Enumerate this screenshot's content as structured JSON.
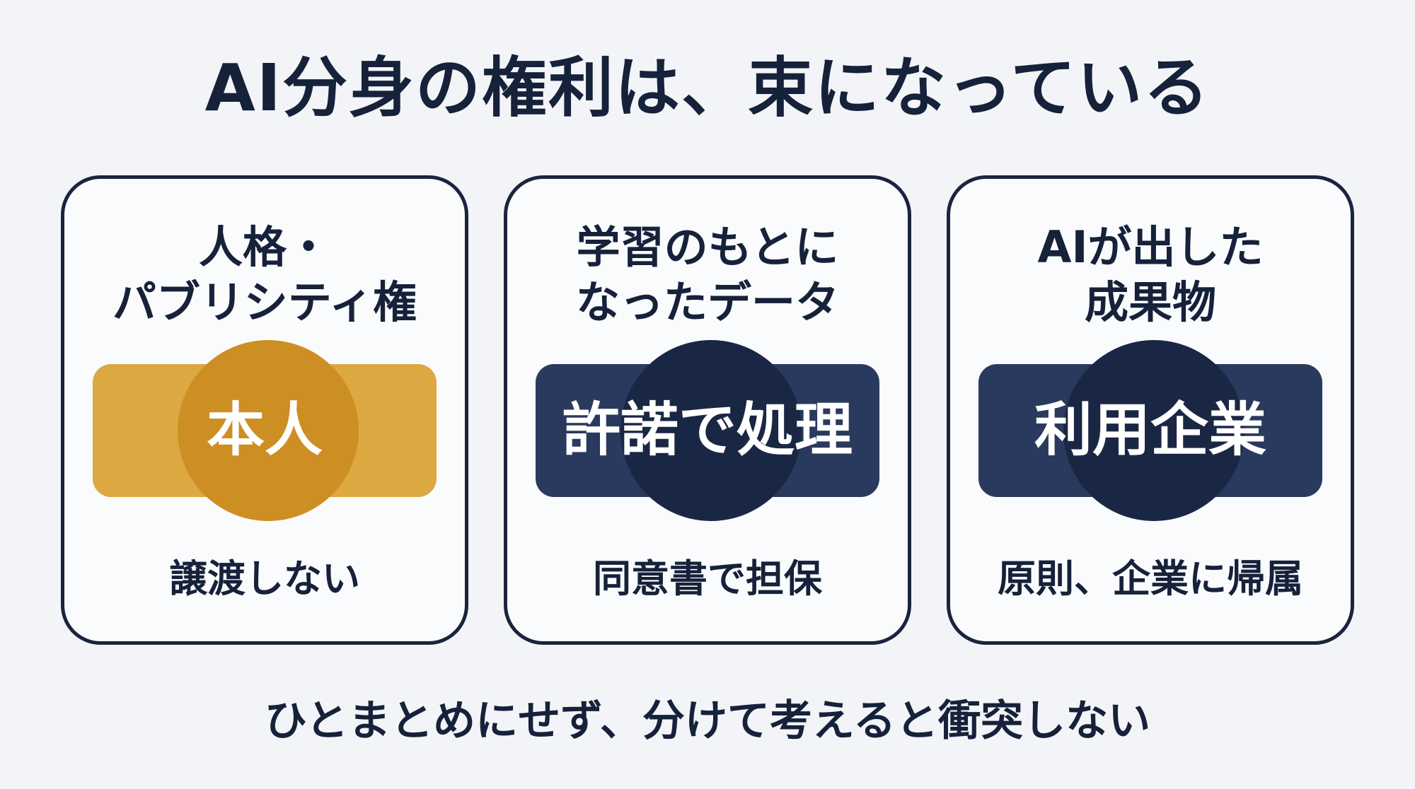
{
  "title": "AI分身の権利は、束になっている",
  "colors": {
    "background": "#f3f4f7",
    "navy": "#1a2744",
    "navy_bar": "#2a3a5e",
    "gold": "#cd8f24",
    "gold_bar": "#dca842",
    "text": "#16213a"
  },
  "cards": [
    {
      "heading_line1": "人格・",
      "heading_line2": "パブリシティ権",
      "owner": "本人",
      "note": "譲渡しない"
    },
    {
      "heading_line1": "学習のもとに",
      "heading_line2": "なったデータ",
      "owner": "許諾で処理",
      "note": "同意書で担保"
    },
    {
      "heading_line1": "AIが出した",
      "heading_line2": "成果物",
      "owner": "利用企業",
      "note": "原則、企業に帰属"
    }
  ],
  "footer": "ひとまとめにせず、分けて考えると衝突しない"
}
